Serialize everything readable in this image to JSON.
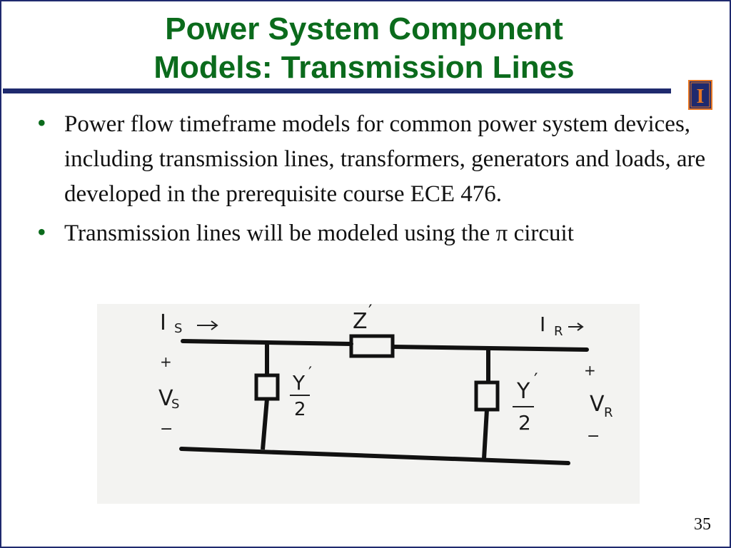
{
  "slide": {
    "title_line1": "Power System Component",
    "title_line2": "Models: Transmission Lines",
    "bullets": [
      "Power flow timeframe models for common power system devices, including transmission lines, transformers, generators and loads, are developed in the prerequisite course ECE 476.",
      "Transmission lines will be modeled using the π circuit"
    ],
    "page_number": "35",
    "logo_letter": "I"
  },
  "diagram": {
    "labels": {
      "is": "I",
      "is_sub": "S",
      "ir": "I",
      "ir_sub": "R",
      "z": "Z",
      "z_prime": "′",
      "plus_left": "+",
      "vs": "V",
      "vs_sub": "S",
      "minus_left": "−",
      "y_left_num": "Y",
      "y_left_prime": "′",
      "y_left_den": "2",
      "y_right_num": "Y",
      "y_right_prime": "′",
      "y_right_den": "2",
      "plus_right": "+",
      "vr": "V",
      "vr_sub": "R",
      "minus_right": "−"
    }
  },
  "colors": {
    "title": "#0b6b1c",
    "rule": "#1f2a6e",
    "logo_fill": "#1f2a6e",
    "logo_border": "#e87722"
  }
}
